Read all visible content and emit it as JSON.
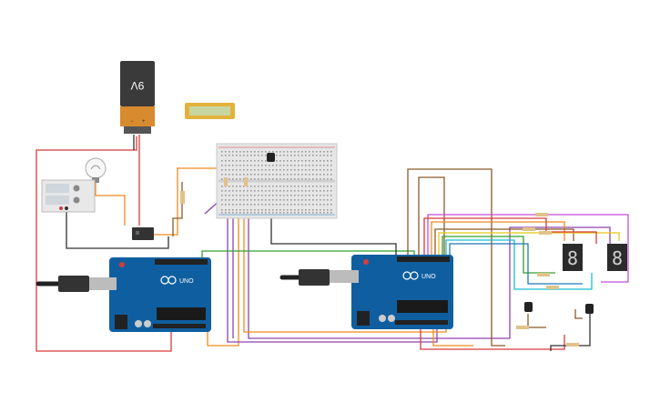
{
  "battery": {
    "voltage_label": "9V"
  },
  "arduino_left": {
    "logo": "UNO"
  },
  "arduino_right": {
    "logo": "UNO"
  },
  "seven_segment_left": {
    "digit": "8"
  },
  "seven_segment_right": {
    "digit": "8"
  },
  "colors": {
    "wire_red": "#d83a3a",
    "wire_orange": "#f08a1e",
    "wire_green": "#33a02c",
    "wire_purple": "#8e44ad",
    "wire_brown": "#8b5a2b",
    "wire_black": "#333333",
    "wire_blue": "#1f78b4",
    "wire_cyan": "#17becf",
    "wire_yellow": "#e6c619",
    "wire_magenta": "#c44ed6",
    "board_blue": "#0f5fa0"
  }
}
